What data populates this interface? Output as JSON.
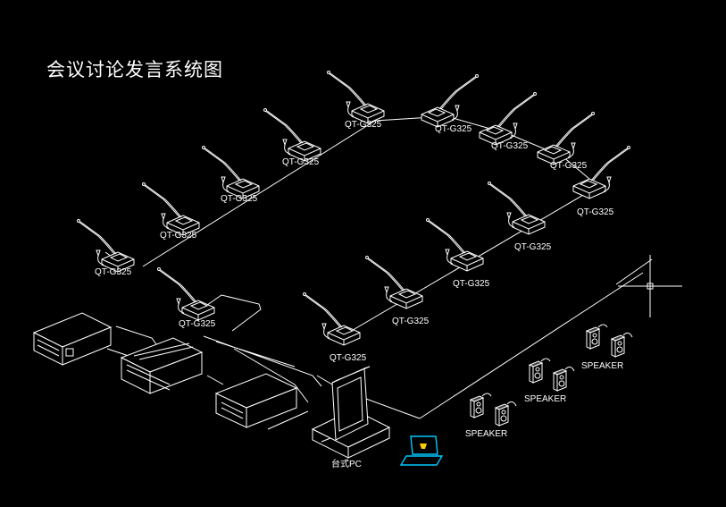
{
  "title": "会议讨论发言系统图",
  "mic_label": "QT-G325",
  "speaker_label": "SPEAKER",
  "pc_label": "台式PC",
  "colors": {
    "background": "#000000",
    "line": "#ffffff",
    "laptop": "#00c8ff"
  }
}
